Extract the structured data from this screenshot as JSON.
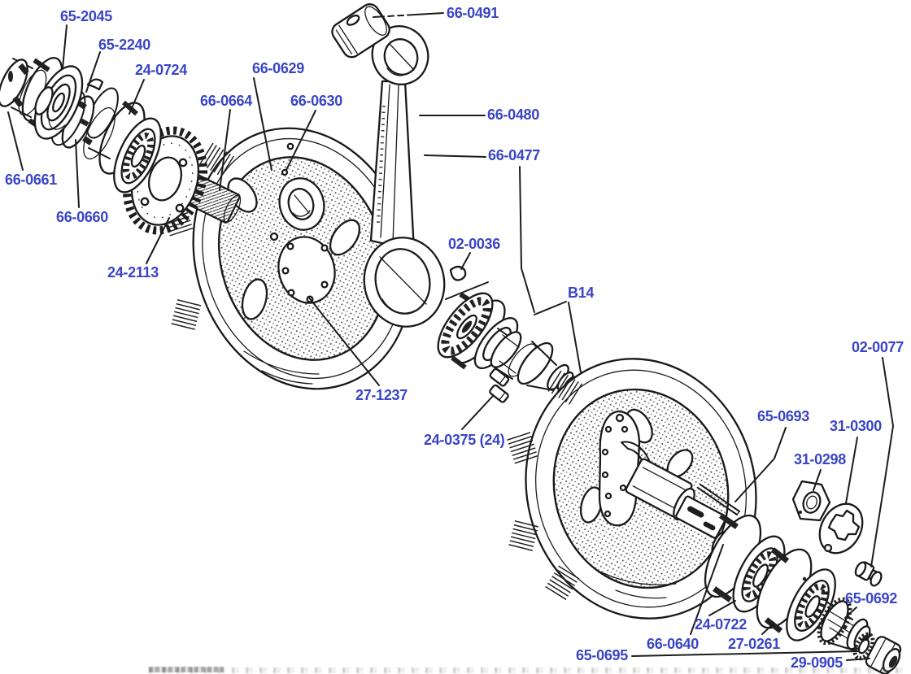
{
  "figure": {
    "type": "exploded-parts-diagram",
    "background_color": "#ffffff",
    "line_color": "#1a1a1a",
    "label_color": "#3a45c6"
  },
  "labels": [
    {
      "text": "65-2045"
    },
    {
      "text": "65-2240"
    },
    {
      "text": "24-0724"
    },
    {
      "text": "66-0664"
    },
    {
      "text": "66-0629"
    },
    {
      "text": "66-0630"
    },
    {
      "text": "66-0491"
    },
    {
      "text": "66-0480"
    },
    {
      "text": "66-0477"
    },
    {
      "text": "66-0661"
    },
    {
      "text": "66-0660"
    },
    {
      "text": "24-2113"
    },
    {
      "text": "02-0036"
    },
    {
      "text": "B14"
    },
    {
      "text": "27-1237"
    },
    {
      "text": "24-0375 (24)"
    },
    {
      "text": "02-0077"
    },
    {
      "text": "65-0693"
    },
    {
      "text": "31-0300"
    },
    {
      "text": "31-0298"
    },
    {
      "text": "65-0692"
    },
    {
      "text": "24-0722"
    },
    {
      "text": "66-0640"
    },
    {
      "text": "27-0261"
    },
    {
      "text": "65-0695"
    },
    {
      "text": "29-0905"
    }
  ]
}
